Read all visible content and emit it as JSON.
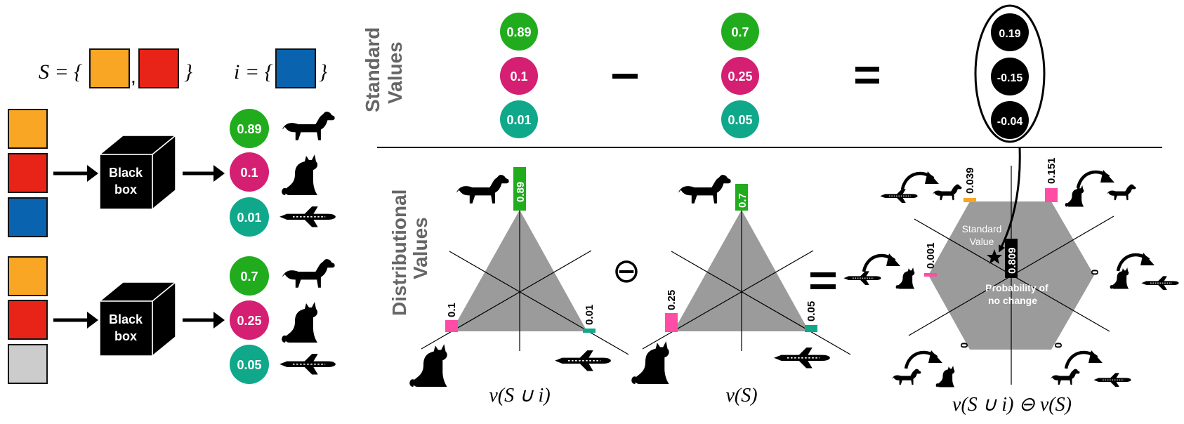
{
  "set_notation": {
    "S_label": "S = {",
    "S_comma": ",",
    "S_close": "}",
    "i_label": "i = {",
    "i_close": "}"
  },
  "black_box": {
    "line1": "Black",
    "line2": "box"
  },
  "rows": [
    {
      "inputs": [
        "#F8A623",
        "#E82418",
        "#0A63AE"
      ],
      "outputs": [
        {
          "value": "0.89",
          "color": "#21AC1E",
          "icon": "dog-icon"
        },
        {
          "value": "0.1",
          "color": "#D41F73",
          "icon": "cat-icon"
        },
        {
          "value": "0.01",
          "color": "#10A88B",
          "icon": "airplane-icon"
        }
      ]
    },
    {
      "inputs": [
        "#F8A623",
        "#E82418",
        "#CCCCCC"
      ],
      "outputs": [
        {
          "value": "0.7",
          "color": "#21AC1E",
          "icon": "dog-icon"
        },
        {
          "value": "0.25",
          "color": "#D41F73",
          "icon": "cat-icon"
        },
        {
          "value": "0.05",
          "color": "#10A88B",
          "icon": "airplane-icon"
        }
      ]
    }
  ],
  "standard": {
    "section_label_line1": "Standard",
    "section_label_line2": "Values",
    "minuend": [
      "0.89",
      "0.1",
      "0.01"
    ],
    "subtrahend": [
      "0.7",
      "0.25",
      "0.05"
    ],
    "minus": "–",
    "equals": "=",
    "result": [
      "0.19",
      "-0.15",
      "-0.04"
    ],
    "colors": [
      "#21AC1E",
      "#D41F73",
      "#10A88B"
    ]
  },
  "distributional": {
    "section_label_line1": "Distributional",
    "section_label_line2": "Values",
    "operator": "⊖",
    "equals": "=",
    "triangle1": {
      "dog": "0.89",
      "cat": "0.1",
      "plane": "0.01",
      "caption": "v(S ∪ i)"
    },
    "triangle2": {
      "dog": "0.7",
      "cat": "0.25",
      "plane": "0.05",
      "caption": "v(S)"
    },
    "hexagon": {
      "plane_to_dog": "0.039",
      "cat_to_dog": "0.151",
      "plane_to_cat": "0.001",
      "cat_to_plane": "0",
      "dog_to_cat": "0",
      "dog_to_plane": "0",
      "center": "0.809",
      "standard_value_line1": "Standard",
      "standard_value_line2": "Value",
      "no_change_line1": "Probability of",
      "no_change_line2": "no change",
      "caption": "v(S ∪ i) ⊖ v(S)"
    },
    "colors": {
      "dog": "#21AC1E",
      "cat": "#FF4DA6",
      "plane": "#10A88B",
      "p2d": "#F8A623",
      "c2d": "#FF4DA6",
      "p2c": "#FF4DA6",
      "triangle_fill": "#9B9B9B"
    }
  }
}
